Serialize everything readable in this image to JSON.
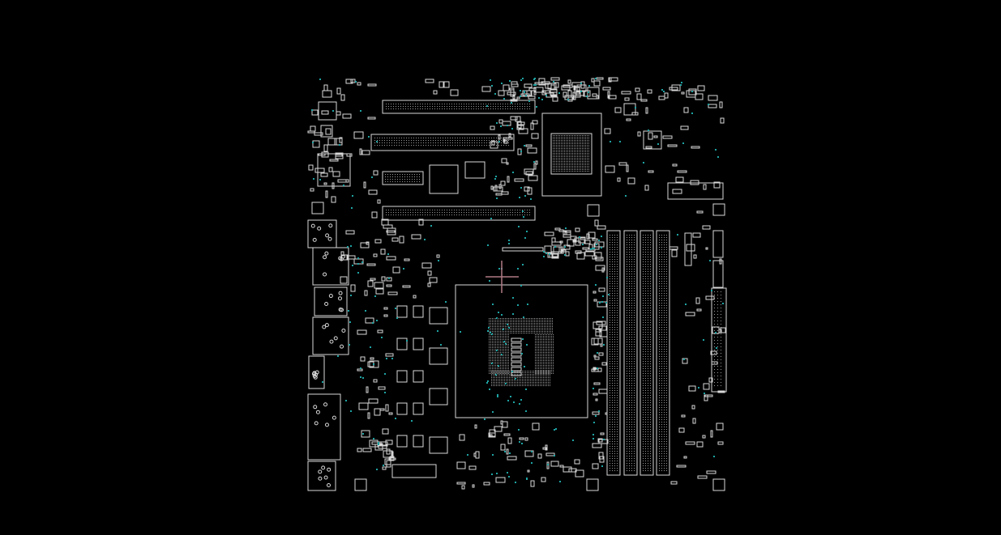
{
  "view": {
    "background_color": "#000000",
    "outline_color": "#d8d8d8",
    "test_point_color": "#1fa3a3",
    "cursor_color": "#b07a86"
  },
  "board": {
    "components": [
      "pcie-slot",
      "pcie-slot",
      "pcie-slot",
      "m2-slot",
      "chipset-bga",
      "dimm-slot",
      "dimm-slot",
      "dimm-slot",
      "dimm-slot",
      "cpu-socket",
      "io-port",
      "vrm-choke",
      "header"
    ]
  }
}
